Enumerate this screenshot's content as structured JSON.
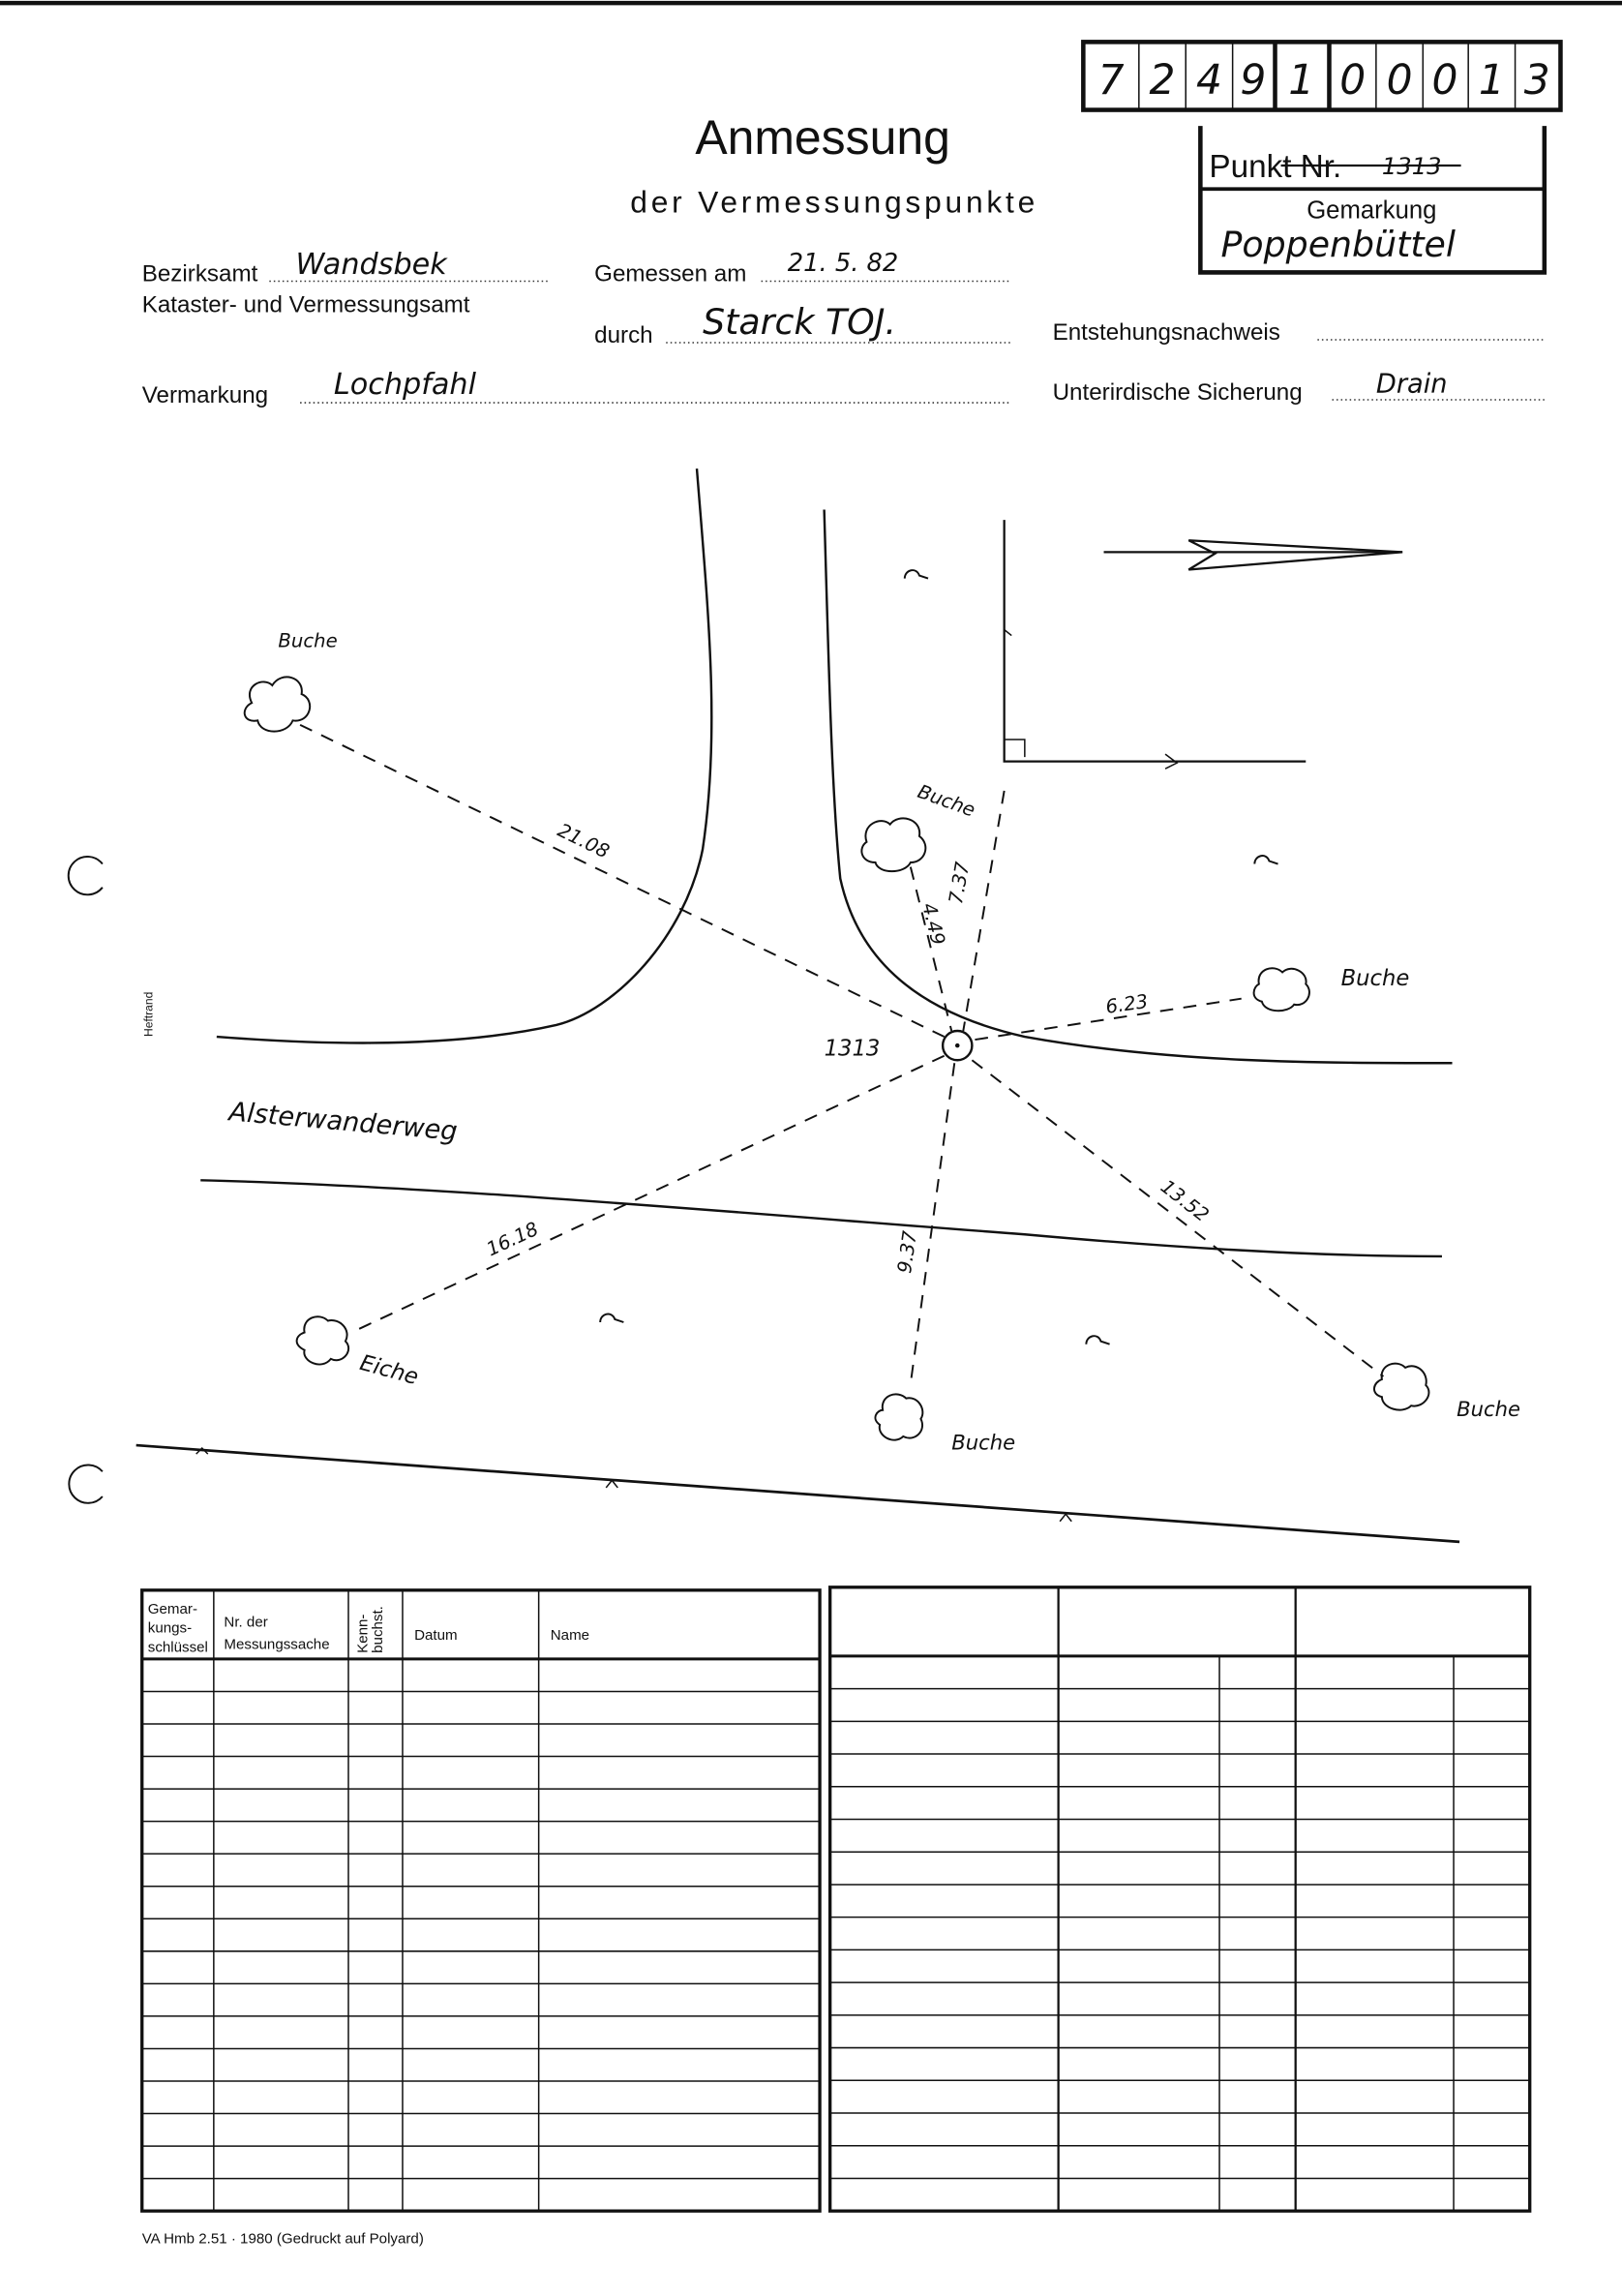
{
  "header": {
    "number_digits": [
      "7",
      "2",
      "4",
      "9",
      "1",
      "0",
      "0",
      "0",
      "1",
      "3"
    ],
    "title": "Anmessung",
    "subtitle": "der Vermessungspunkte",
    "punkt_label": "Punkt Nr.",
    "punkt_value": "1313",
    "gemarkung_label": "Gemarkung",
    "gemarkung_value": "Poppenbüttel"
  },
  "form": {
    "bezirksamt_label": "Bezirksamt",
    "bezirksamt_value": "Wandsbek",
    "kataster_label": "Kataster- und Vermessungsamt",
    "gemessen_label": "Gemessen am",
    "gemessen_value": "21. 5. 82",
    "durch_label": "durch",
    "durch_value": "Starck TOJ.",
    "entstehung_label": "Entstehungsnachweis",
    "entstehung_value": "",
    "vermarkung_label": "Vermarkung",
    "vermarkung_value": "Lochpfahl",
    "sicherung_label": "Unterirdische Sicherung",
    "sicherung_value": "Drain"
  },
  "sketch": {
    "point_label": "1313",
    "street_label": "Alsterwanderweg",
    "trees": [
      "Buche",
      "Buche",
      "Buche",
      "Buche",
      "Buche",
      "Eiche"
    ],
    "distances": [
      "21.08",
      "4.49",
      "7.37",
      "6.23",
      "16.18",
      "9.37",
      "13.52"
    ]
  },
  "margin_label": "Heftrand",
  "table": {
    "headers": [
      "Gemar-\nkungs-\nschlüssel",
      "Nr. der\nMessungssache",
      "Kenn-\nbuchst.",
      "Datum",
      "Name"
    ],
    "h0": [
      "Gemar-",
      "kungs-",
      "schlüssel"
    ],
    "h1": [
      "Nr. der",
      "Messungssache"
    ],
    "h2": [
      "Kenn-",
      "buchst."
    ],
    "h3": "Datum",
    "h4": "Name"
  },
  "footer": "VA Hmb 2.51 · 1980 (Gedruckt auf Polyard)"
}
